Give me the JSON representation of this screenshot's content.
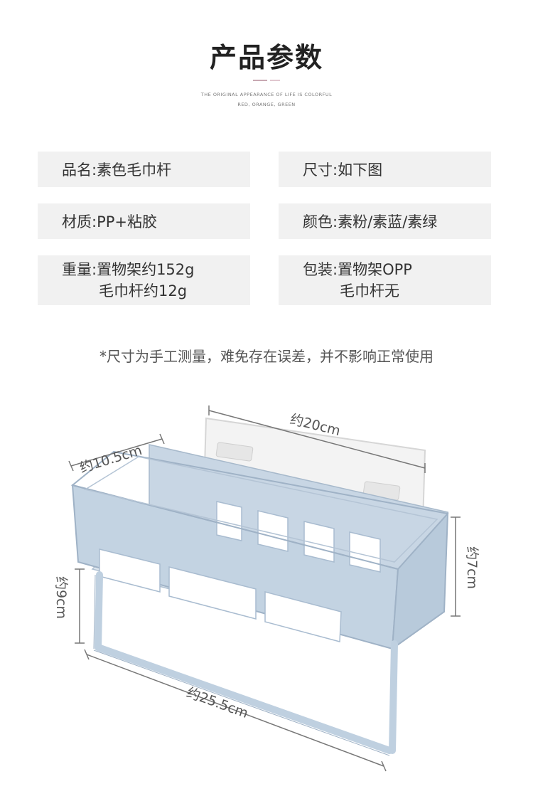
{
  "header": {
    "title": "产品参数",
    "subtitle_line1": "THE ORIGINAL APPEARANCE OF LIFE IS COLORFUL",
    "subtitle_line2": "RED, ORANGE, GREEN"
  },
  "specs": {
    "name": "品名:素色毛巾杆",
    "size": "尺寸:如下图",
    "material": "材质:PP+粘胶",
    "color": "颜色:素粉/素蓝/素绿",
    "weight_line1": "重量:置物架约152g",
    "weight_line2": "毛巾杆约12g",
    "package_line1": "包装:置物架OPP",
    "package_line2": "毛巾杆无"
  },
  "note": "*尺寸为手工测量，难免存在误差，并不影响正常使用",
  "dimensions": {
    "width_top": "约20cm",
    "depth": "约10.5cm",
    "height_right": "约7cm",
    "height_left": "约9cm",
    "width_bottom": "约25.5cm"
  },
  "colors": {
    "product_blue": "#c3d3e2",
    "background": "#ffffff",
    "spec_bg": "#f1f1f1"
  }
}
